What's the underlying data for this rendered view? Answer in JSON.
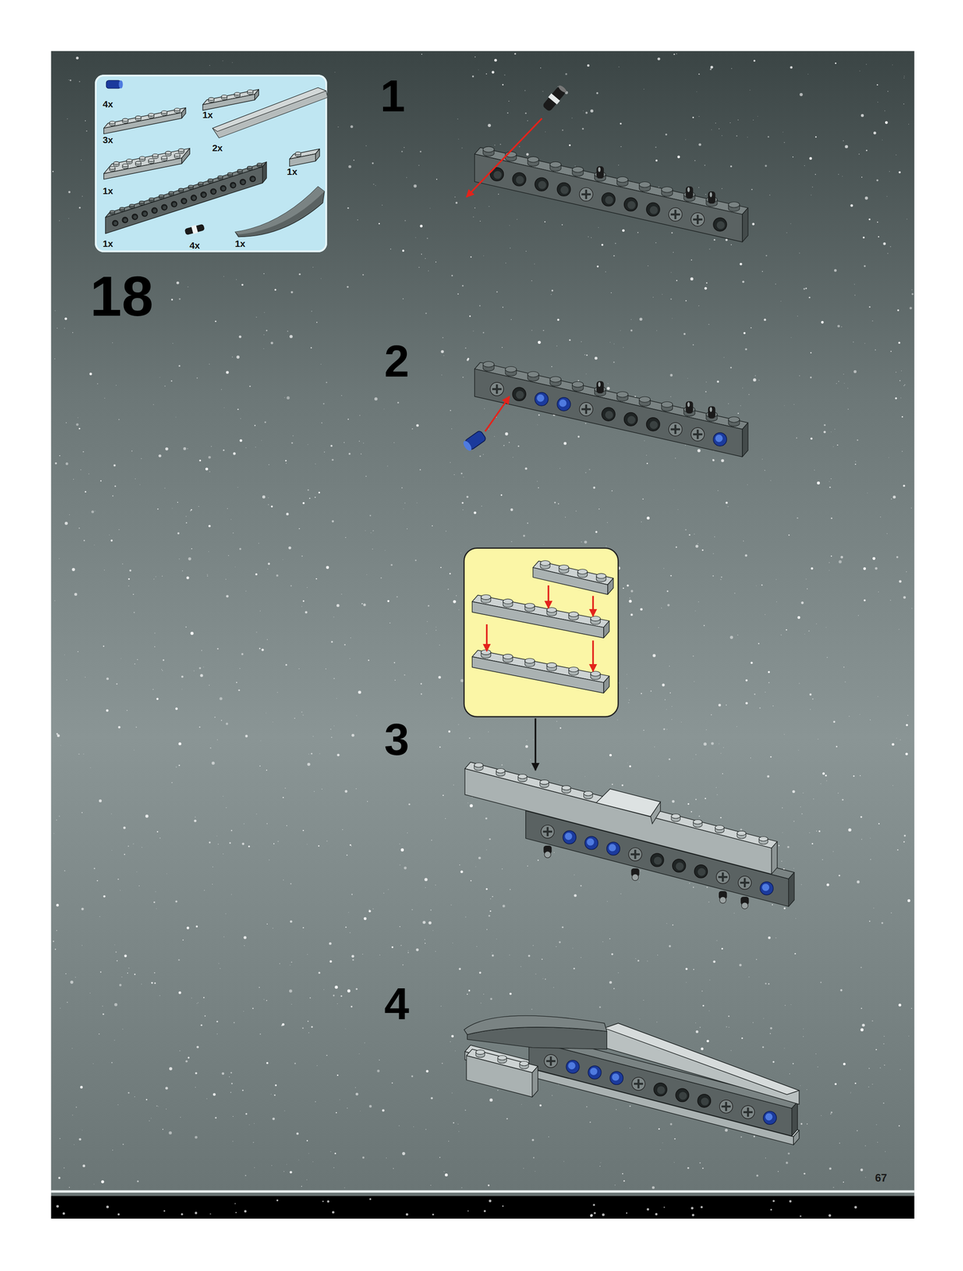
{
  "diagram": {
    "nodes": [
      {
        "text": [
          "4x",
          "1x",
          "3x",
          "2x",
          "1x",
          "1x",
          "1x",
          "4x",
          "1x"
        ]
      }
    ],
    "labels": [
      "18",
      "1",
      "2",
      "3",
      "4",
      "67"
    ]
  }
}
